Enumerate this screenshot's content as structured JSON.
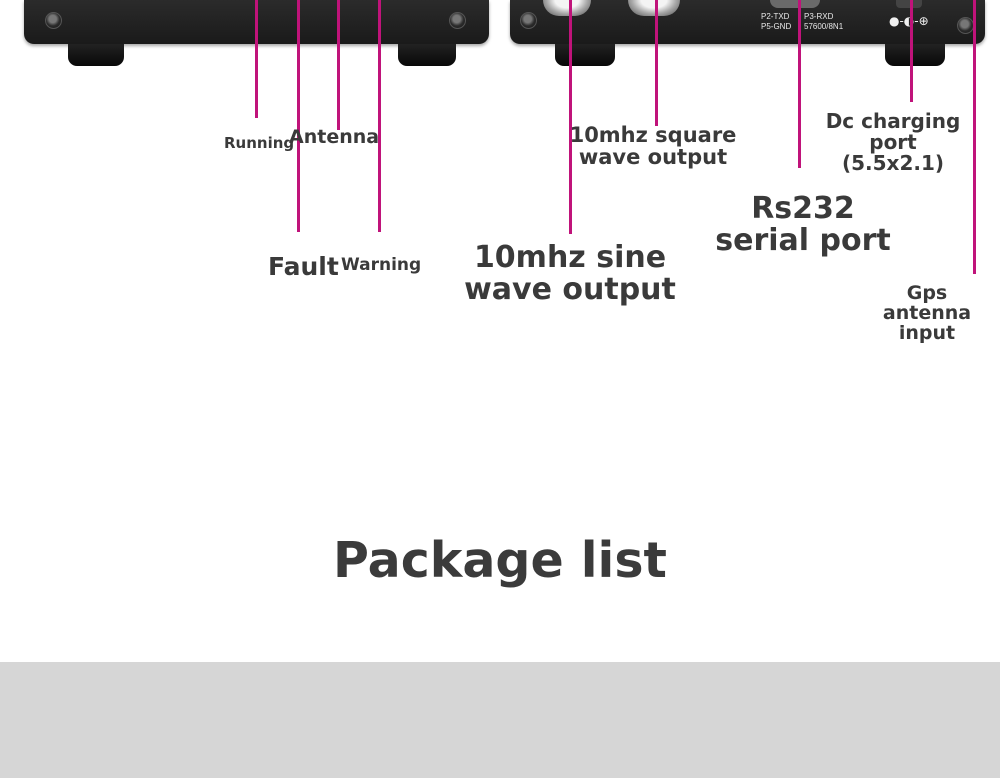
{
  "device": {
    "rear_port_labels": {
      "pin_left": "P2-TXD\nP5-GND",
      "pin_right": "P3-RXD\n57600/8N1",
      "dc_polarity_icon": "dc-polarity-icon",
      "dc_symbol": "●-◐-⊕"
    }
  },
  "callouts": {
    "running": "Running",
    "antenna": "Antenna",
    "fault": "Fault",
    "warning": "Warning",
    "square_wave_line1": "10mhz square",
    "square_wave_line2": "wave output",
    "sine_wave_line1": "10mhz sine",
    "sine_wave_line2": "wave output",
    "rs232_line1": "Rs232",
    "rs232_line2": "serial port",
    "dc_line1": "Dc charging",
    "dc_line2": "port",
    "dc_line3": "(5.5x2.1)",
    "gps_line1": "Gps",
    "gps_line2": "antenna",
    "gps_line3": "input"
  },
  "section": {
    "title": "Package list"
  },
  "colors": {
    "leader_line": "#c0137a",
    "text": "#3a3a3a",
    "band": "#d6d6d6"
  }
}
